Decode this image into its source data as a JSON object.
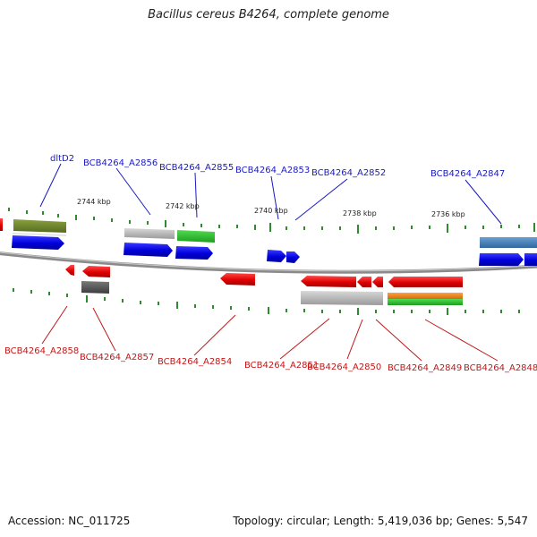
{
  "title": "Bacillus cereus B4264, complete genome",
  "footer": {
    "accession": "Accession: NC_011725",
    "summary": "Topology: circular; Length: 5,419,036 bp; Genes: 5,547"
  },
  "colors": {
    "backbone": "#8a8a8a",
    "tick": "#2e8b2e",
    "label_top": "#1a1ac0",
    "label_bottom": "#c01818"
  },
  "scale_labels": [
    "2744 kbp",
    "2742 kbp",
    "2740 kbp",
    "2738 kbp",
    "2736 kbp"
  ],
  "top_labels": [
    "dltD2",
    "BCB4264_A2856",
    "BCB4264_A2855",
    "BCB4264_A2853",
    "BCB4264_A2852",
    "BCB4264_A2847"
  ],
  "bottom_labels": [
    "BCB4264_A2858",
    "BCB4264_A2857",
    "BCB4264_A2854",
    "BCB4264_A2851",
    "BCB4264_A2850",
    "BCB4264_A2849",
    "BCB4264_A2848"
  ]
}
